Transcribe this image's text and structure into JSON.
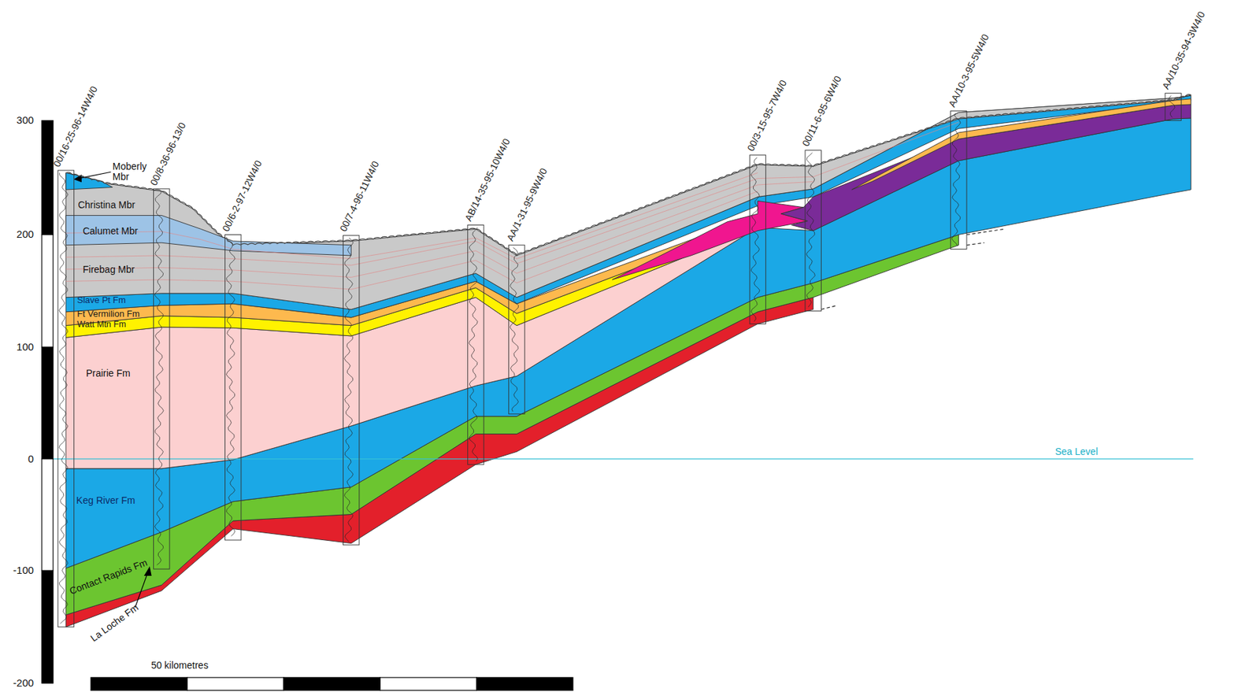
{
  "diagram": {
    "labels": [
      "300",
      "200",
      "100",
      "0",
      "-100",
      "-200",
      "00/16-25-96-14W4/0",
      "00/8-36-96-13/0",
      "00/6-2-97-12W4/0",
      "00/7-4-96-11W4/0",
      "AB/14-35-95-10W4/0",
      "AA/1-31-95-9W4/0",
      "00/3-15-95-7W4/0",
      "00/11-6-95-6W4/0",
      "AA/10-3-95-5W4/0",
      "AA/10-35-94-3W4/0",
      "Moberly Mbr",
      "Christina Mbr",
      "Calumet Mbr",
      "Firebag Mbr",
      "Slave Pt Fm",
      "Ft Vermilion Fm",
      "Watt Mtn Fm",
      "Prairie Fm",
      "Keg River Fm",
      "Contact Rapids Fm",
      "La Loche Fm",
      "Sea Level",
      "50 kilometres"
    ]
  }
}
